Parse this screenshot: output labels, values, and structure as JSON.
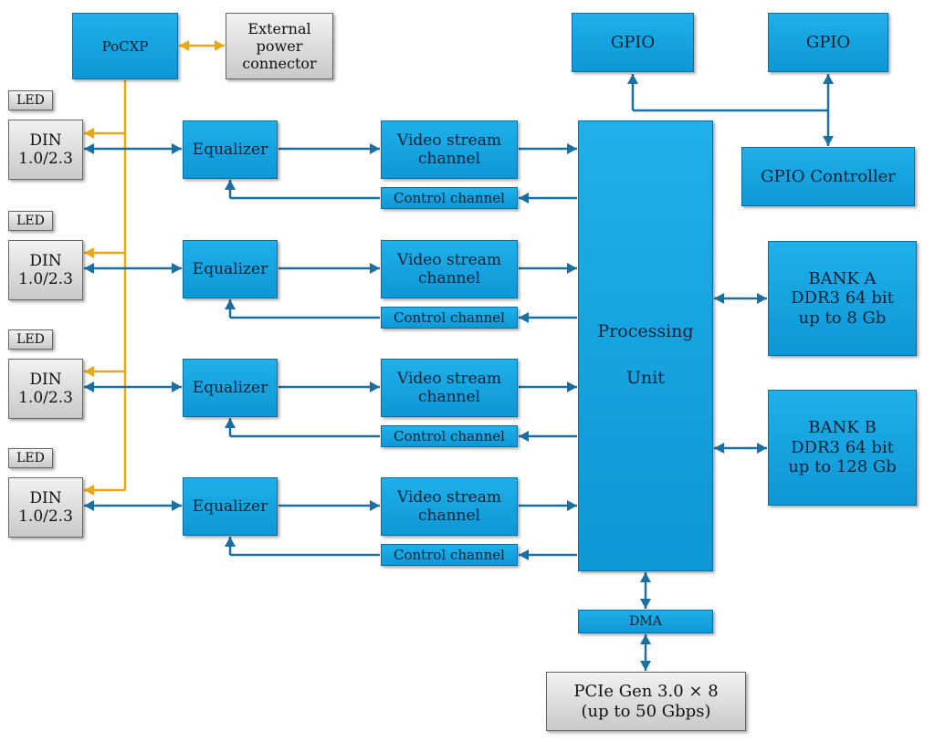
{
  "colors": {
    "signal": "#1a6fa0",
    "power": "#e8a81c",
    "block": "#15a6e4",
    "external": "#d9d9d9"
  },
  "blocks": {
    "pocxp": "PoCXP",
    "external_power": "External\npower\nconnector",
    "gpio_1": "GPIO",
    "gpio_2": "GPIO",
    "gpio_controller": "GPIO Controller",
    "processing_unit": "Processing\nUnit",
    "bank_a": "BANK A\nDDR3 64 bit\nup to 8 Gb",
    "bank_b": "BANK B\nDDR3 64 bit\nup to 128 Gb",
    "dma": "DMA",
    "pcie": "PCIe Gen 3.0 × 8\n(up to 50 Gbps)"
  },
  "channels": [
    {
      "led": "LED",
      "din": "DIN\n1.0/2.3",
      "equalizer": "Equalizer",
      "video": "Video stream\nchannel",
      "control": "Control channel"
    },
    {
      "led": "LED",
      "din": "DIN\n1.0/2.3",
      "equalizer": "Equalizer",
      "video": "Video stream\nchannel",
      "control": "Control channel"
    },
    {
      "led": "LED",
      "din": "DIN\n1.0/2.3",
      "equalizer": "Equalizer",
      "video": "Video stream\nchannel",
      "control": "Control channel"
    },
    {
      "led": "LED",
      "din": "DIN\n1.0/2.3",
      "equalizer": "Equalizer",
      "video": "Video stream\nchannel",
      "control": "Control channel"
    }
  ]
}
